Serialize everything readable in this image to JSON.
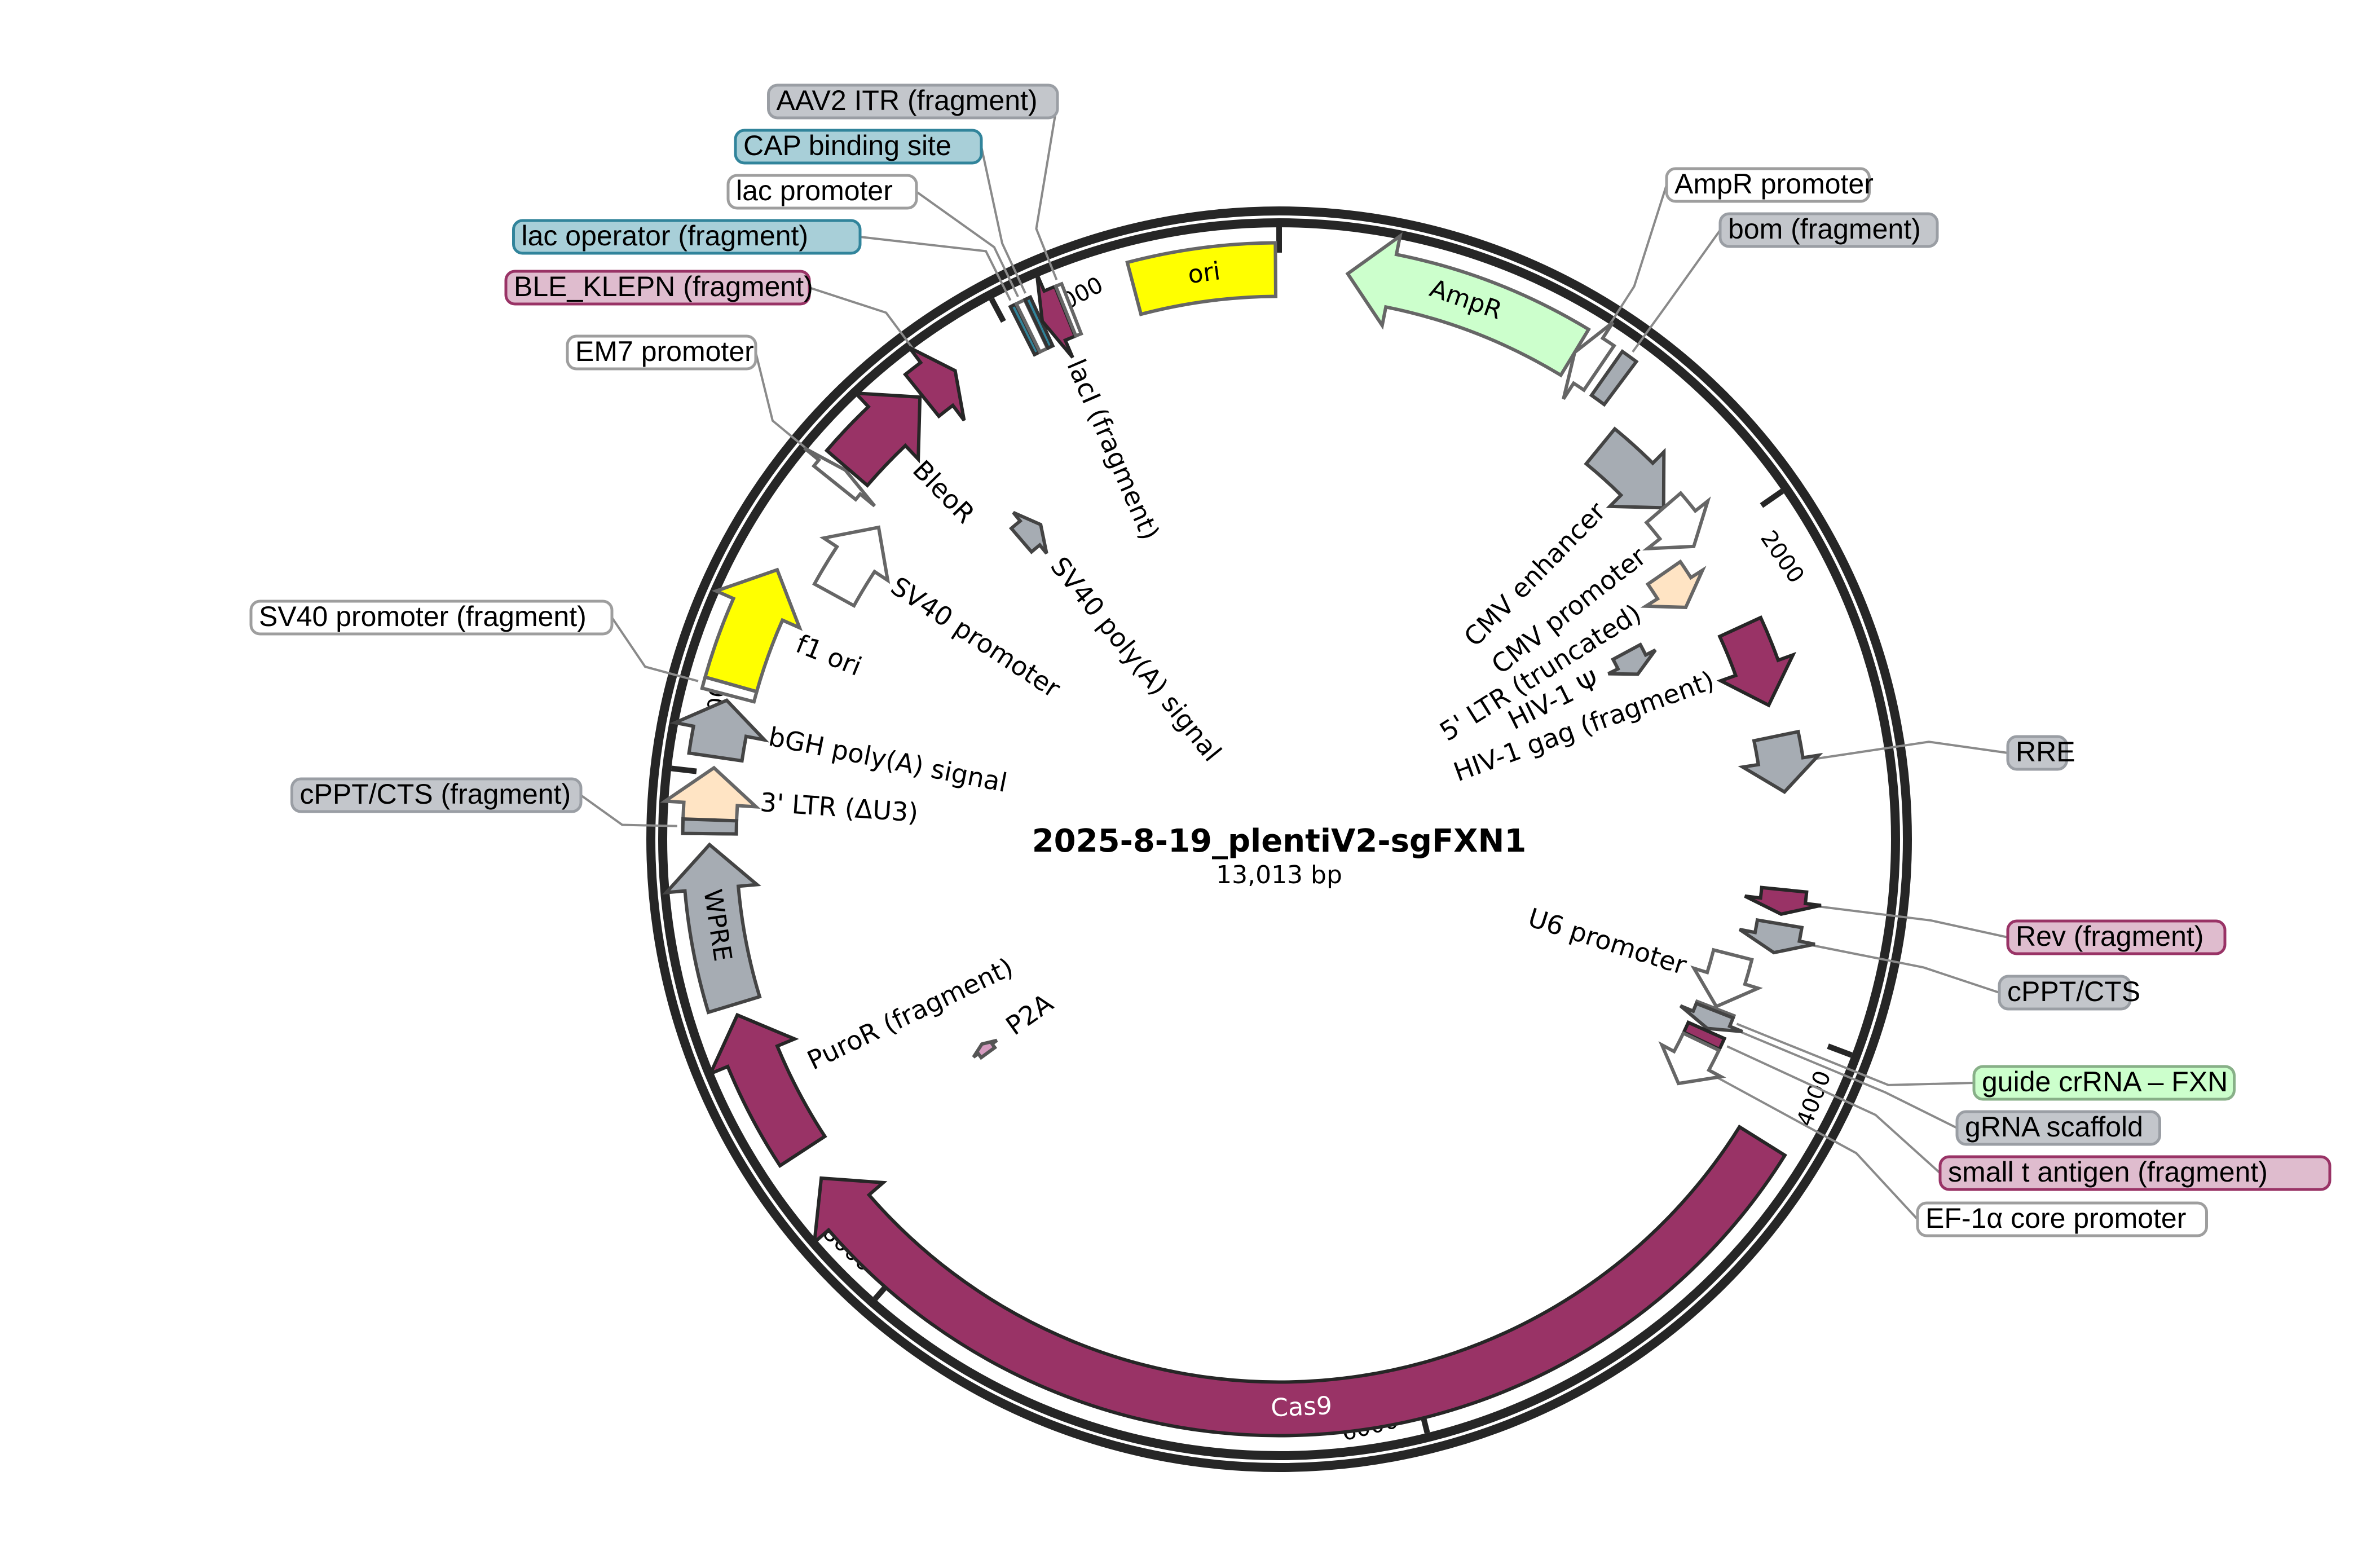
{
  "plasmid": {
    "name": "2025-8-19_plentiV2-sgFXN1",
    "size_label": "13,013 bp",
    "length_bp": 13013
  },
  "ticks": [
    {
      "bp": 0,
      "label": ""
    },
    {
      "bp": 2000,
      "label": "2000"
    },
    {
      "bp": 4000,
      "label": "4000"
    },
    {
      "bp": 6000,
      "label": "6000"
    },
    {
      "bp": 8000,
      "label": "8000"
    },
    {
      "bp": 10000,
      "label": "10,000"
    },
    {
      "bp": 12000,
      "label": "12,000"
    }
  ],
  "colors": {
    "magenta": "#993366",
    "gray": "#a6acb3",
    "yellow": "#ffff00",
    "green_light": "#ccffcc",
    "peach": "#ffe4c4",
    "white": "#ffffff",
    "teal": "#31849b",
    "pink_light": "#d69bc0",
    "ring": "#262626"
  },
  "features": [
    {
      "id": "ori",
      "label": "ori",
      "start": 12480,
      "end": 13000,
      "dir": 0,
      "track": 1,
      "color": "#ffff00",
      "stroke": "#666666",
      "label_mode": "inside"
    },
    {
      "id": "ampr",
      "label": "AmpR",
      "start": 250,
      "end": 1130,
      "dir": -1,
      "track": 1,
      "color": "#ccffcc",
      "stroke": "#666666",
      "label_mode": "inside"
    },
    {
      "id": "ampr-promoter",
      "label": "AmpR promoter",
      "start": 1130,
      "end": 1235,
      "dir": -1,
      "track": 1,
      "color": "#ffffff",
      "stroke": "#666666",
      "label_mode": "callout"
    },
    {
      "id": "bom",
      "label": "bom (fragment)",
      "start": 1270,
      "end": 1330,
      "dir": 0,
      "track": 1,
      "color": "#a6acb3",
      "stroke": "#444444",
      "label_mode": "callout"
    },
    {
      "id": "cmv-enhancer",
      "label": "CMV enhancer",
      "start": 1420,
      "end": 1780,
      "dir": 1,
      "track": 2,
      "color": "#a6acb3",
      "stroke": "#444444",
      "label_mode": "ring"
    },
    {
      "id": "cmv-promoter",
      "label": "CMV promoter",
      "start": 1780,
      "end": 1980,
      "dir": 1,
      "track": 2,
      "color": "#ffffff",
      "stroke": "#666666",
      "label_mode": "ring"
    },
    {
      "id": "5ltr",
      "label": "5' LTR (truncated)",
      "start": 2000,
      "end": 2180,
      "dir": 1,
      "track": 3,
      "color": "#ffe4c4",
      "stroke": "#666666",
      "label_mode": "ring"
    },
    {
      "id": "hiv1-psi",
      "label": "HIV-1 Ψ",
      "start": 2230,
      "end": 2360,
      "dir": 1,
      "track": 4,
      "color": "#a6acb3",
      "stroke": "#444444",
      "label_mode": "ring"
    },
    {
      "id": "rre",
      "label": "RRE",
      "start": 2830,
      "end": 3060,
      "dir": 1,
      "track": 2,
      "color": "#a6acb3",
      "stroke": "#444444",
      "label_mode": "callout"
    },
    {
      "id": "hiv1-gag",
      "label": "HIV-1 gag (fragment)",
      "start": 2360,
      "end": 2700,
      "dir": 1,
      "track": 2,
      "color": "#993366",
      "stroke": "#262626",
      "label_mode": "ring"
    },
    {
      "id": "rev",
      "label": "Rev (fragment)",
      "start": 3460,
      "end": 3560,
      "dir": 1,
      "track": 2,
      "color": "#993366",
      "stroke": "#262626",
      "label_mode": "callout"
    },
    {
      "id": "cppt-cts",
      "label": "cPPT/CTS",
      "start": 3600,
      "end": 3720,
      "dir": 1,
      "track": 2,
      "color": "#a6acb3",
      "stroke": "#444444",
      "label_mode": "callout"
    },
    {
      "id": "u6-promoter",
      "label": "U6 promoter",
      "start": 3770,
      "end": 4010,
      "dir": 1,
      "track": 3,
      "color": "#ffffff",
      "stroke": "#666666",
      "label_mode": "ring"
    },
    {
      "id": "guide-crrna",
      "label": "guide crRNA – FXN",
      "start": 4020,
      "end": 4075,
      "dir": 0,
      "track": 3,
      "color": "#ccffcc",
      "stroke": "#666666",
      "label_mode": "callout"
    },
    {
      "id": "grna-scaffold",
      "label": "gRNA scaffold",
      "start": 4030,
      "end": 4115,
      "dir": 1,
      "track": 3,
      "color": "#a6acb3",
      "stroke": "#444444",
      "label_mode": "callout"
    },
    {
      "id": "small-t",
      "label": "small t antigen (fragment)",
      "start": 4125,
      "end": 4175,
      "dir": 0,
      "track": 3,
      "color": "#993366",
      "stroke": "#262626",
      "label_mode": "callout"
    },
    {
      "id": "ef1a",
      "label": "EF-1α core promoter",
      "start": 4180,
      "end": 4390,
      "dir": 1,
      "track": 3,
      "color": "#ffffff",
      "stroke": "#666666",
      "label_mode": "callout"
    },
    {
      "id": "cas9",
      "label": "Cas9",
      "start": 4410,
      "end": 8440,
      "dir": 1,
      "track": 1,
      "color": "#993366",
      "stroke": "#262626",
      "label_mode": "inside",
      "label_color": "#ffffff"
    },
    {
      "id": "p2a",
      "label": "P2A",
      "start": 8450,
      "end": 8510,
      "dir": 1,
      "track": 5,
      "color": "#d69bc0",
      "stroke": "#555555",
      "label_mode": "ring"
    },
    {
      "id": "puror",
      "label": "PuroR (fragment)",
      "start": 8560,
      "end": 9110,
      "dir": 1,
      "track": 1,
      "color": "#993366",
      "stroke": "#262626",
      "label_mode": "ring"
    },
    {
      "id": "wpre",
      "label": "WPRE",
      "start": 9150,
      "end": 9740,
      "dir": 1,
      "track": 1,
      "color": "#a6acb3",
      "stroke": "#444444",
      "label_mode": "inside"
    },
    {
      "id": "3ltr",
      "label": "3' LTR (ΔU3)",
      "start": 9780,
      "end": 10020,
      "dir": 1,
      "track": 1,
      "color": "#ffe4c4",
      "stroke": "#666666",
      "label_mode": "ring"
    },
    {
      "id": "cppt-cts-frag",
      "label": "cPPT/CTS (fragment)",
      "start": 9780,
      "end": 9830,
      "dir": 0,
      "track": 1,
      "color": "#a6acb3",
      "stroke": "#444444",
      "label_mode": "callout"
    },
    {
      "id": "bgh-polya",
      "label": "bGH poly(A) signal",
      "start": 10060,
      "end": 10270,
      "dir": 1,
      "track": 1,
      "color": "#a6acb3",
      "stroke": "#444444",
      "label_mode": "ring"
    },
    {
      "id": "sv40-promoter-frag",
      "label": "SV40 promoter (fragment)",
      "start": 10290,
      "end": 10330,
      "dir": 0,
      "track": 1,
      "color": "#ffffff",
      "stroke": "#666666",
      "label_mode": "callout"
    },
    {
      "id": "f1-ori",
      "label": "f1 ori",
      "start": 10330,
      "end": 10780,
      "dir": 1,
      "track": 1,
      "color": "#ffff00",
      "stroke": "#666666",
      "label_mode": "ring"
    },
    {
      "id": "sv40-promoter",
      "label": "SV40 promoter",
      "start": 10800,
      "end": 11130,
      "dir": 1,
      "track": 2,
      "color": "#ffffff",
      "stroke": "#666666",
      "label_mode": "ring"
    },
    {
      "id": "em7-promoter",
      "label": "EM7 promoter",
      "start": 11160,
      "end": 11220,
      "dir": 1,
      "track": 1,
      "color": "#ffffff",
      "stroke": "#666666",
      "label_mode": "callout"
    },
    {
      "id": "bleor",
      "label": "BleoR",
      "start": 11230,
      "end": 11600,
      "dir": 1,
      "track": 1,
      "color": "#993366",
      "stroke": "#262626",
      "label_mode": "ring"
    },
    {
      "id": "ble-klepn",
      "label": "BLE_KLEPN (fragment)",
      "start": 11610,
      "end": 11760,
      "dir": 1,
      "track": 1,
      "color": "#993366",
      "stroke": "#262626",
      "label_mode": "callout"
    },
    {
      "id": "sv40-polya",
      "label": "SV40 poly(A) signal",
      "start": 11540,
      "end": 11670,
      "dir": 1,
      "track": 4,
      "color": "#a6acb3",
      "stroke": "#444444",
      "label_mode": "ring"
    },
    {
      "id": "lac-operator",
      "label": "lac operator (fragment)",
      "start": 12045,
      "end": 12065,
      "dir": 0,
      "track": 1,
      "color": "#31849b",
      "stroke": "#333333",
      "label_mode": "callout"
    },
    {
      "id": "lac-promoter",
      "label": "lac promoter",
      "start": 12068,
      "end": 12100,
      "dir": 0,
      "track": 1,
      "color": "#ffffff",
      "stroke": "#666666",
      "label_mode": "callout"
    },
    {
      "id": "cap-site",
      "label": "CAP binding site",
      "start": 12102,
      "end": 12122,
      "dir": 0,
      "track": 1,
      "color": "#31849b",
      "stroke": "#333333",
      "label_mode": "callout"
    },
    {
      "id": "laci",
      "label": "lacI (fragment)",
      "start": 12125,
      "end": 12215,
      "dir": -1,
      "track": 1,
      "color": "#993366",
      "stroke": "#262626",
      "label_mode": "ring"
    },
    {
      "id": "aav2-itr",
      "label": "AAV2 ITR (fragment)",
      "start": 12218,
      "end": 12240,
      "dir": 0,
      "track": 1,
      "color": "#ffffff",
      "stroke": "#666666",
      "label_mode": "callout"
    }
  ],
  "callouts": [
    {
      "feature": "aav2-itr",
      "text": "AAV2 ITR (fragment)",
      "bg": "#c3c6cb",
      "border": "#9a9ea4",
      "side": "left",
      "row": 0
    },
    {
      "feature": "cap-site",
      "text": "CAP binding site",
      "bg": "#a8cfd8",
      "border": "#31849b",
      "side": "left",
      "row": 1
    },
    {
      "feature": "lac-promoter",
      "text": "lac promoter",
      "bg": "#ffffff",
      "border": "#9e9e9e",
      "side": "left",
      "row": 2
    },
    {
      "feature": "lac-operator",
      "text": "lac operator (fragment)",
      "bg": "#a8cfd8",
      "border": "#31849b",
      "side": "left",
      "row": 3
    },
    {
      "feature": "ble-klepn",
      "text": "BLE_KLEPN (fragment)",
      "bg": "#dfbcce",
      "border": "#993366",
      "side": "left",
      "row": 4
    },
    {
      "feature": "em7-promoter",
      "text": "EM7 promoter",
      "bg": "#ffffff",
      "border": "#9e9e9e",
      "side": "left",
      "row": 5
    },
    {
      "feature": "sv40-promoter-frag",
      "text": "SV40 promoter (fragment)",
      "bg": "#ffffff",
      "border": "#9e9e9e",
      "side": "left",
      "row": 6
    },
    {
      "feature": "cppt-cts-frag",
      "text": "cPPT/CTS (fragment)",
      "bg": "#c3c6cb",
      "border": "#9a9ea4",
      "side": "left",
      "row": 7
    },
    {
      "feature": "ampr-promoter",
      "text": "AmpR promoter",
      "bg": "#ffffff",
      "border": "#9e9e9e",
      "side": "right",
      "row": 0
    },
    {
      "feature": "bom",
      "text": "bom (fragment)",
      "bg": "#c3c6cb",
      "border": "#9a9ea4",
      "side": "right",
      "row": 1
    },
    {
      "feature": "rre",
      "text": "RRE",
      "bg": "#c3c6cb",
      "border": "#9a9ea4",
      "side": "right",
      "row": 2
    },
    {
      "feature": "rev",
      "text": "Rev (fragment)",
      "bg": "#dfbcce",
      "border": "#993366",
      "side": "right",
      "row": 3
    },
    {
      "feature": "cppt-cts",
      "text": "cPPT/CTS",
      "bg": "#c3c6cb",
      "border": "#9a9ea4",
      "side": "right",
      "row": 4
    },
    {
      "feature": "guide-crrna",
      "text": "guide crRNA – FXN",
      "bg": "#ccffcc",
      "border": "#88b088",
      "side": "right",
      "row": 5
    },
    {
      "feature": "grna-scaffold",
      "text": "gRNA scaffold",
      "bg": "#c3c6cb",
      "border": "#9a9ea4",
      "side": "right",
      "row": 6
    },
    {
      "feature": "small-t",
      "text": "small t antigen (fragment)",
      "bg": "#dfbcce",
      "border": "#993366",
      "side": "right",
      "row": 7
    },
    {
      "feature": "ef1a",
      "text": "EF-1α core promoter",
      "bg": "#ffffff",
      "border": "#9e9e9e",
      "side": "right",
      "row": 8
    }
  ]
}
